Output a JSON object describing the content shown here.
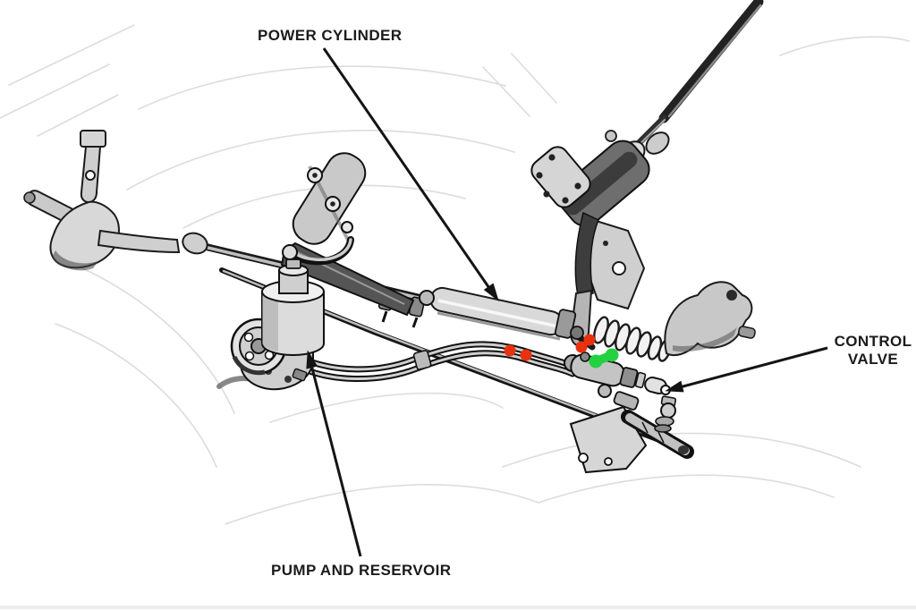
{
  "figure": {
    "description": "Cutaway technical illustration of an automotive power steering system linkage",
    "background_color": "#ffffff",
    "ink_color": "#1b1b1b"
  },
  "labels": {
    "power_cylinder": {
      "text": "POWER CYLINDER"
    },
    "control_valve": {
      "line1": "CONTROL",
      "line2": "VALVE"
    },
    "pump_and_reservoir": {
      "text": "PUMP AND RESERVOIR"
    }
  },
  "markers": {
    "groups": [
      {
        "name": "red-highlight-dots",
        "color": "#e8310e",
        "radius": 6.5,
        "connected": false,
        "points": [
          [
            570,
            392
          ],
          [
            588,
            397
          ],
          [
            650,
            388
          ],
          [
            659,
            380
          ]
        ]
      },
      {
        "name": "green-highlight-dots",
        "color": "#22d241",
        "radius": 7.5,
        "connected": true,
        "points": [
          [
            666,
            404
          ],
          [
            684,
            397
          ]
        ]
      }
    ]
  }
}
